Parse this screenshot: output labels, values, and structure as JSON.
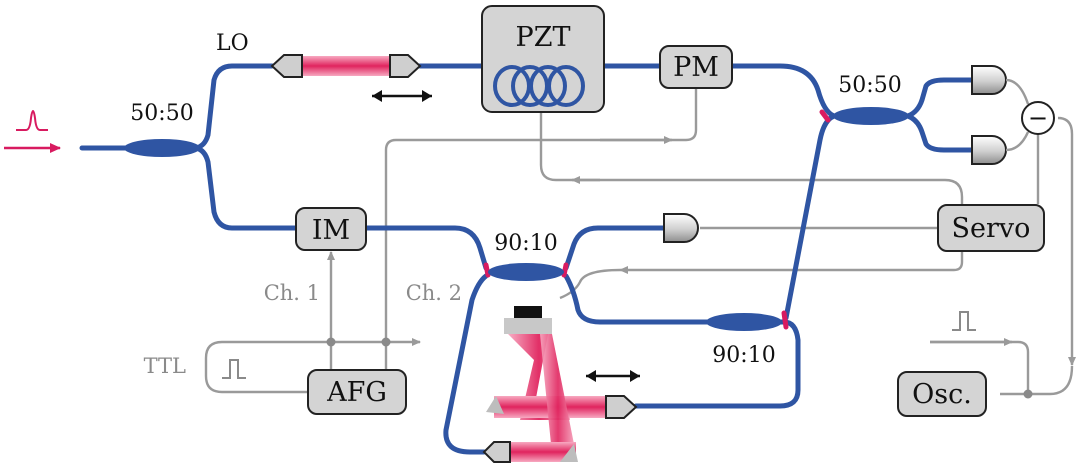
{
  "labels": {
    "lo": "LO",
    "pzt": "PZT",
    "pm": "PM",
    "im": "IM",
    "afg": "AFG",
    "servo": "Servo",
    "osc": "Osc.",
    "coupler_input": "50:50",
    "coupler_output": "50:50",
    "coupler_upper_9010": "90:10",
    "coupler_lower_9010": "90:10",
    "ch1": "Ch. 1",
    "ch2": "Ch. 2",
    "ttl": "TTL",
    "minus": "−"
  },
  "icons": {
    "input_pulse": "gaussian-pulse-icon",
    "ttl_pulse": "square-pulse-icon",
    "osc_trigger_pulse": "square-pulse-icon",
    "translation": "double-arrow-icon",
    "photodetector": "photodetector-icon",
    "collimator": "fiber-collimator-icon",
    "mirror": "mirror-icon"
  },
  "colors": {
    "fiber": "#2f55a3",
    "beam": "#e0245e",
    "wire": "#9a9a9a",
    "box_fill": "#d4d4d4"
  }
}
